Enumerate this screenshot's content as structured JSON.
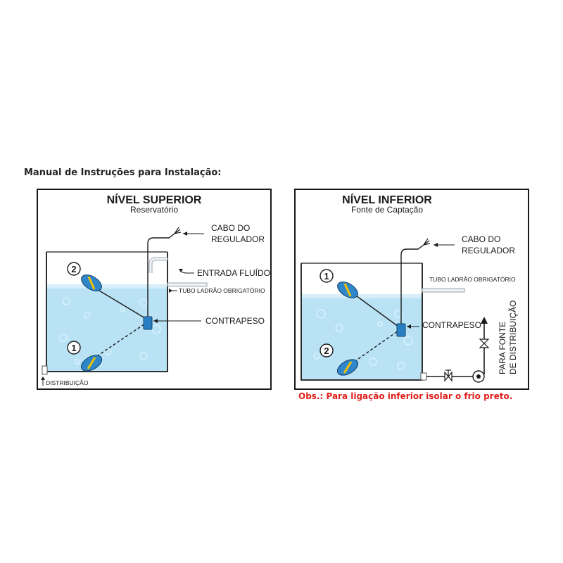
{
  "heading": "Manual de Instruções para Instalação:",
  "left": {
    "title": "NÍVEL SUPERIOR",
    "subtitle": "Reservatório",
    "cable_line1": "CABO DO",
    "cable_line2": "REGULADOR",
    "inlet": "ENTRADA FLUÍDO",
    "overflow": "TUBO LADRÃO OBRIGATÓRIO",
    "counterweight": "CONTRAPESO",
    "distribution": "DISTRIBUIÇÃO",
    "float1": "1",
    "float2": "2"
  },
  "right": {
    "title": "NÍVEL INFERIOR",
    "subtitle": "Fonte de Captação",
    "cable_line1": "CABO DO",
    "cable_line2": "REGULADOR",
    "overflow": "TUBO LADRÃO OBRIGATÓRIO",
    "counterweight": "CONTRAPESO",
    "dist_line1": "PARA FONTE",
    "dist_line2": "DE DISTRIBUIÇÃO",
    "float1": "1",
    "float2": "2"
  },
  "note": "Obs.: Para ligação inferior isolar o frio preto.",
  "colors": {
    "water": "#b9e2f5",
    "water_surface": "#d6eef9",
    "float_body": "#2f86c9",
    "float_band": "#f2c200",
    "counterweight": "#2a7fc2",
    "note_red": "#e0201b"
  }
}
